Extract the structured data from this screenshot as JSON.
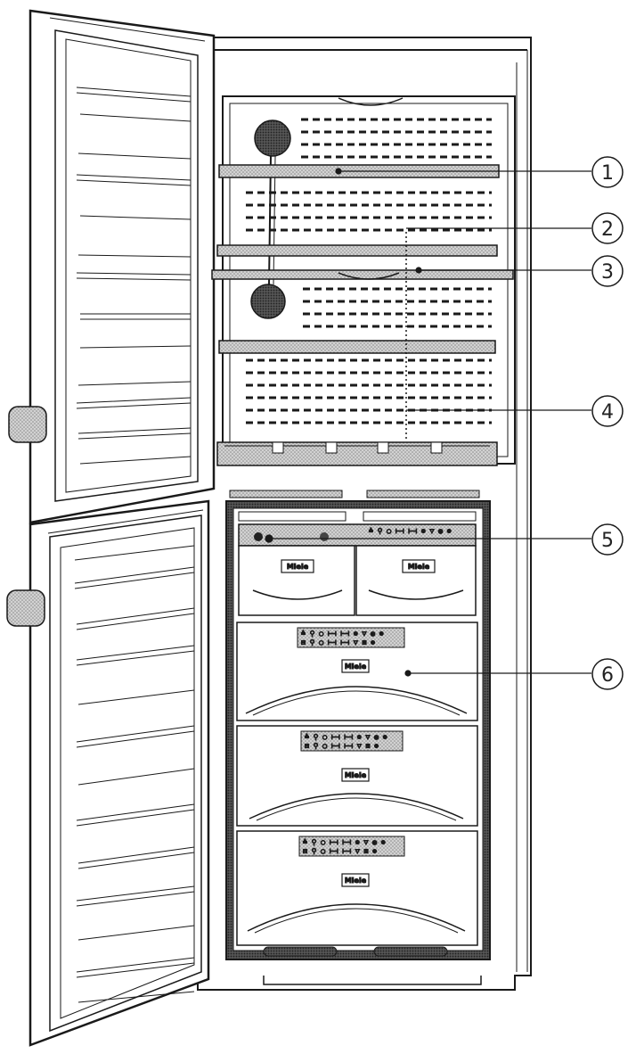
{
  "callouts": [
    {
      "number": "1",
      "part": "shelf"
    },
    {
      "number": "2",
      "part": "rear-wall"
    },
    {
      "number": "3",
      "part": "glass-shelf"
    },
    {
      "number": "4",
      "part": "drain-channel"
    },
    {
      "number": "5",
      "part": "control-panel"
    },
    {
      "number": "6",
      "part": "freezer-drawer"
    }
  ],
  "brand_label": "Miele",
  "control_panel": {
    "row1": "≙ ⚲ ◯ ⊢⊣   ⊢⊣ ⊙ ▽ ◎ ⊕",
    "row2": "⊟ ⚲ ◯ ⊢⊣   ⊢⊣ ▽ ⊞ ⊕"
  },
  "colors": {
    "stroke": "#1a1a1a",
    "shade": "#b8b8b8",
    "dark_shade": "#6b6b6b",
    "background": "#ffffff"
  }
}
